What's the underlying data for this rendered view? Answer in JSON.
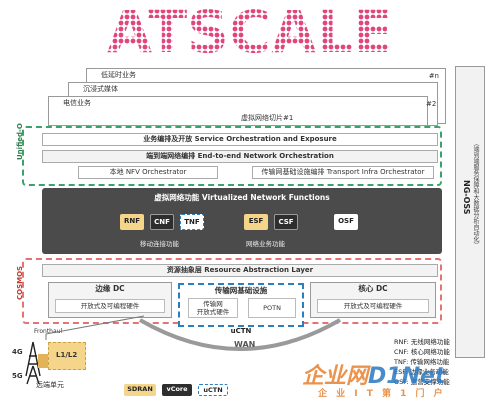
{
  "logo": {
    "text": "ATSCALE"
  },
  "slices": [
    {
      "label": "低延时业务"
    },
    {
      "label": "沉浸式媒体"
    },
    {
      "label": "电信业务"
    }
  ],
  "slice_marks": {
    "n": "#n",
    "two": "#2",
    "one": "虚拟网络切片#1"
  },
  "ng_oss": {
    "title": "NG-OSS",
    "sub": "（端到端服务保障和大数据分析自动化）"
  },
  "unified_o": {
    "label": "Unified-O",
    "service": "业务编排及开放 Service Orchestration and Exposure",
    "e2e": "端到端网络编排 End-to-end Network Orchestration",
    "nfvo": "本地 NFV Orchestrator",
    "transport_orch": "传输网基础设施编排 Transport Infra Orchestrator"
  },
  "vnf": {
    "title": "虚拟网络功能 Virtualized Network Functions",
    "boxes": [
      "RNF",
      "CNF",
      "TNF",
      "ESF",
      "CSF",
      "OSF"
    ],
    "mobile_label": "移动连接功能",
    "service_label": "网络业务功能"
  },
  "cosmos": {
    "label": "COSMOS",
    "ral": "资源抽象层 Resource Abstraction Layer",
    "edge_dc": "边缘 DC",
    "edge_sub": "开放式及可编程硬件",
    "transport_title": "传输网基础设施",
    "transport_open": "传输网\n开放式硬件",
    "potn": "POTN",
    "uctn": "uCTN",
    "core_dc": "核心 DC",
    "core_sub": "开放式及可编程硬件"
  },
  "ran": {
    "fronthaul": "Fronthaul",
    "g4": "4G",
    "g5": "5G",
    "l1l2": "L1/L2",
    "rru": "远端单元"
  },
  "wan": "WAN",
  "tags": {
    "sdran": "SDRAN",
    "vcore": "vCore",
    "uctn": "uCTN"
  },
  "legend": [
    "RNF: 无线网络功能",
    "CNF: 核心网络功能",
    "TNF: 传输网络功能",
    "ESF: 边缘业务功能",
    "OSF: 运营支撑功能"
  ],
  "watermark": {
    "a": "企业网",
    "b": "D1Net",
    "sub": "企 业 I T 第 1 门 户"
  },
  "colors": {
    "green_dash": "#3aa36a",
    "red_dash": "#e57373",
    "blue_dash": "#2a7fc1",
    "vnf_panel": "#4b4b4b",
    "yellow": "#f5d58a",
    "orange": "#e8812f"
  }
}
